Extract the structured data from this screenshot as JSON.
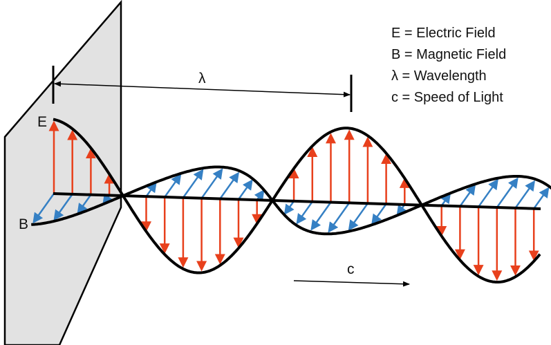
{
  "labels": {
    "e": "E",
    "b": "B",
    "lambda": "λ",
    "c": "c"
  },
  "legend": [
    {
      "symbol": "E",
      "text": "E = Electric Field"
    },
    {
      "symbol": "B",
      "text": "B = Magnetic Field"
    },
    {
      "symbol": "λ",
      "text": "λ = Wavelength"
    },
    {
      "symbol": "c",
      "text": "c  = Speed of Light"
    }
  ],
  "colors": {
    "electric": "#e8401c",
    "magnetic": "#3580c4",
    "plane": "#e2e2e2",
    "line": "#000000"
  }
}
